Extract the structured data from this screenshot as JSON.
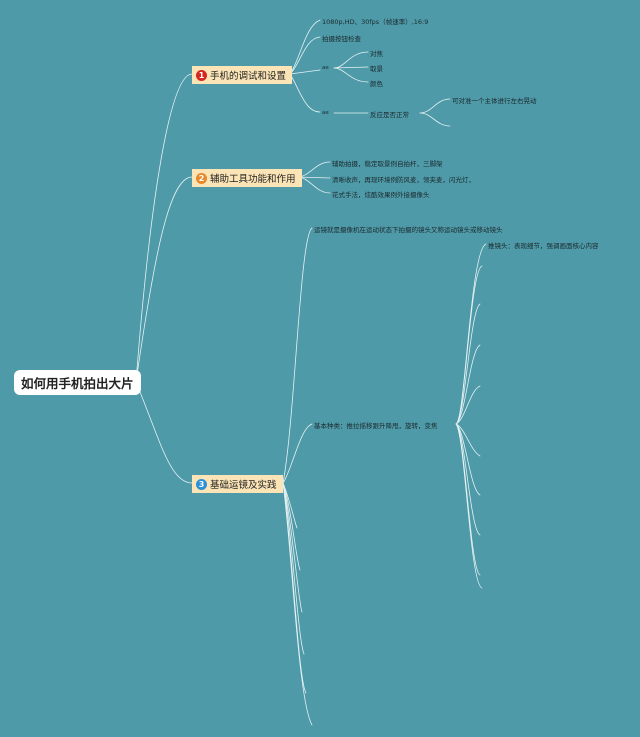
{
  "root": {
    "label": "如何用手机拍出大片"
  },
  "branches": [
    {
      "number": "1",
      "label": "手机的调试和设置",
      "badge_color": "#d7261e",
      "children": [
        {
          "label": "1080p,HD、30fps（帧速率）,16:9"
        },
        {
          "label": "拍摄按钮检查"
        },
        {
          "label": "ae",
          "children": [
            "对焦",
            "取景",
            "颜色"
          ]
        },
        {
          "label": "ae",
          "sub_label": "反应是否正常",
          "note": "可对准一个主体进行左右晃动"
        }
      ]
    },
    {
      "number": "2",
      "label": "辅助工具功能和作用",
      "badge_color": "#e8892b",
      "children": [
        "辅助拍摄，稳定取景例自拍杆，三脚架",
        "清晰收声，再现环境例防风麦，领夹麦，闪光灯，",
        "花式手法，炫酷效果例外接摄像头"
      ]
    },
    {
      "number": "3",
      "label": "基础运镜及实践",
      "badge_color": "#2d8fd6",
      "definition": "运镜就是摄像机在运动状态下拍摄的镜头又称运动镜头或移动镜头",
      "types_label": "基本种类：推拉摇移跟升降甩，旋转，变焦",
      "first_type": "推镜头：表现细节，强调画面核心内容"
    }
  ]
}
